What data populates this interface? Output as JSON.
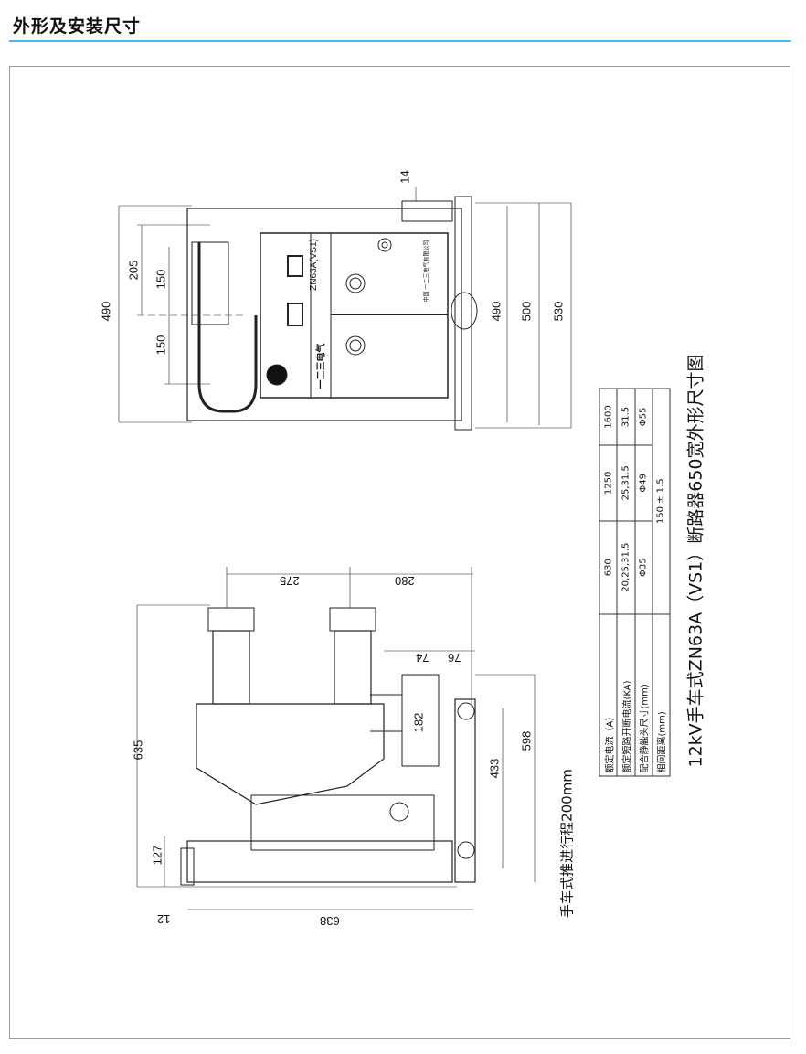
{
  "header": {
    "title": "外形及安装尺寸",
    "accent": "#4db8e8"
  },
  "top_view": {
    "dims": {
      "d14": "14",
      "d205": "205",
      "d150a": "150",
      "d150b": "150",
      "d490l": "490",
      "d490r": "490",
      "d500": "500",
      "d530": "530"
    },
    "model_label": "ZN63A(VS1)",
    "brand_label": "一二三电气",
    "company_label": "中国 一二三电气有限公司"
  },
  "side_view": {
    "dims": {
      "d275": "275",
      "d280": "280",
      "d74": "74",
      "d76": "76",
      "d182": "182",
      "d635": "635",
      "d598": "598",
      "d433": "433",
      "d127": "127",
      "d12": "12",
      "d638": "638"
    },
    "travel_note": "手车式推进行程200mm"
  },
  "spec_table": {
    "rows": [
      {
        "label": "额定电流（A）",
        "values": [
          "630",
          "1250",
          "1600"
        ]
      },
      {
        "label": "额定短路开断电流(KA)",
        "values": [
          "20,25,31.5",
          "25,31.5",
          "31.5"
        ]
      },
      {
        "label": "配合静触头尺寸(mm)",
        "values": [
          "Φ35",
          "Φ49",
          "Φ55"
        ]
      },
      {
        "label": "相间距离(mm)",
        "values": [
          "150 ± 1.5"
        ]
      }
    ]
  },
  "caption": "12kV手车式ZN63A（VS1）断路器650宽外形尺寸图"
}
